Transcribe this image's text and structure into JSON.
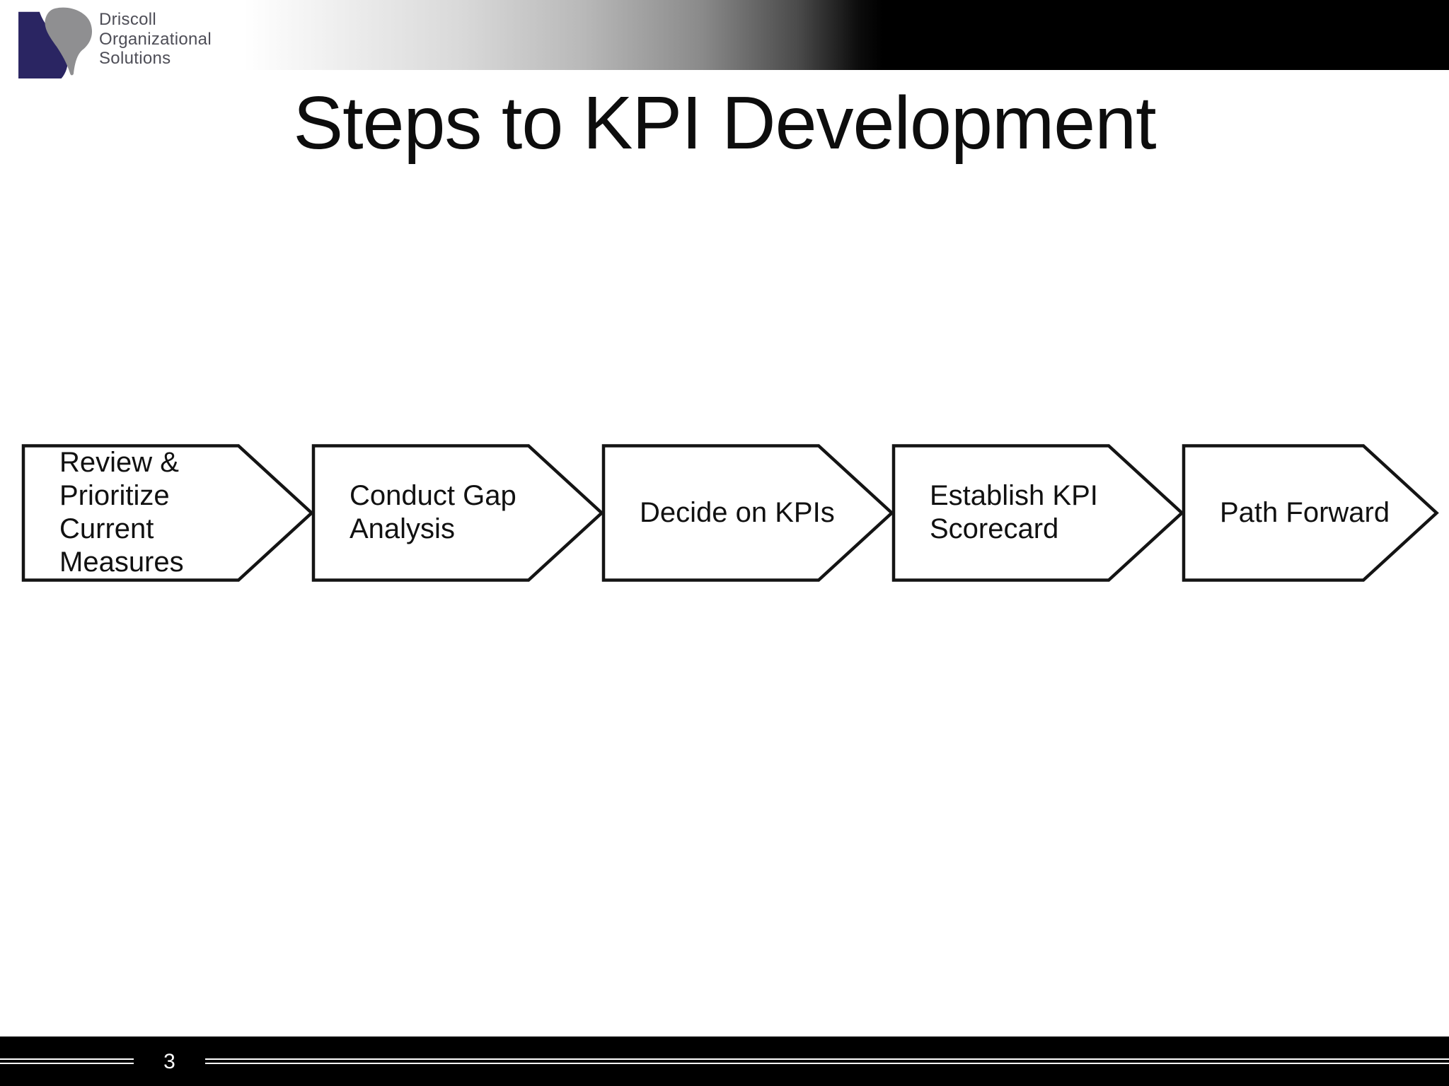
{
  "header": {
    "logo": {
      "company_name": "Driscoll Organizational Solutions",
      "text": "Driscoll\nOrganizational\nSolutions",
      "mark_navy": "#2a2562",
      "mark_gray": "#8f8f91",
      "text_color": "#4e4e57"
    },
    "gradient_bar": {
      "start_color": "#ffffff",
      "end_color": "#000000"
    }
  },
  "slide": {
    "title": "Steps to KPI Development",
    "step_fill": "#ffffff",
    "step_border": "#141414",
    "steps": [
      {
        "label": "Review &\nPrioritize\nCurrent\nMeasures"
      },
      {
        "label": "Conduct Gap\nAnalysis"
      },
      {
        "label": "Decide on KPIs"
      },
      {
        "label": "Establish KPI\nScorecard"
      },
      {
        "label": "Path Forward"
      }
    ]
  },
  "footer": {
    "page_number": "3",
    "bar_color": "#000000",
    "rule_color": "#ffffff"
  }
}
